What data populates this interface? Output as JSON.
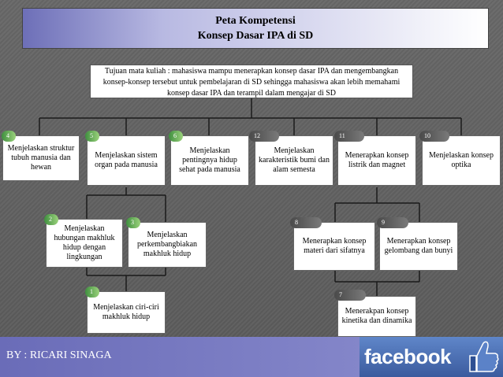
{
  "title": {
    "line1": "Peta Kompetensi",
    "line2": "Konsep Dasar IPA di SD"
  },
  "goal": {
    "line1": "Tujuan mata kuliah : mahasiswa mampu menerapkan konsep dasar IPA dan mengembangkan",
    "line2": "konsep-konsep tersebut untuk pembelajaran di SD sehingga mahasiswa akan lebih memahami",
    "line3": "konsep dasar IPA dan terampil dalam mengajar di SD"
  },
  "top_row": [
    {
      "badge": "4",
      "text": "Menjelaskan struktur tubuh manusia dan hewan"
    },
    {
      "badge": "5",
      "text": "Menjelaskan sistem organ pada manusia"
    },
    {
      "badge": "6",
      "text": "Menjelaskan pentingnya hidup sehat pada manusia"
    },
    {
      "badge": "12",
      "text": "Menjelaskan karakteristik bumi dan alam semesta"
    },
    {
      "badge": "11",
      "text": "Menerapkan konsep listrik dan magnet"
    },
    {
      "badge": "10",
      "text": "Menjelaskan konsep optika"
    }
  ],
  "left_mid": [
    {
      "badge": "2",
      "text": "Menjelaskan hubungan makhluk hidup dengan lingkungan"
    },
    {
      "badge": "3",
      "text": "Menjelaskan perkembangbiakan makhluk hidup"
    }
  ],
  "left_bottom": {
    "badge": "1",
    "text": "Menjelaskan ciri-ciri makhluk hidup"
  },
  "right_mid": [
    {
      "badge": "8",
      "text": "Menerapkan konsep materi dari sifatnya"
    },
    {
      "badge": "9",
      "text": "Menerapkan konsep gelombang dan bunyi"
    }
  ],
  "right_bottom": {
    "badge": "7",
    "text": "Menerakpan konsep kinetika dan dinamika"
  },
  "footer": {
    "author": "BY : RICARI SINAGA",
    "brand": "facebook"
  },
  "colors": {
    "title_gradient_start": "#6d6fb8",
    "badge_green": "#3f8f3f",
    "badge_dark": "#4a4a4a",
    "footer_bg": "#6a6cb8",
    "facebook_blue": "#3b5b9e"
  }
}
